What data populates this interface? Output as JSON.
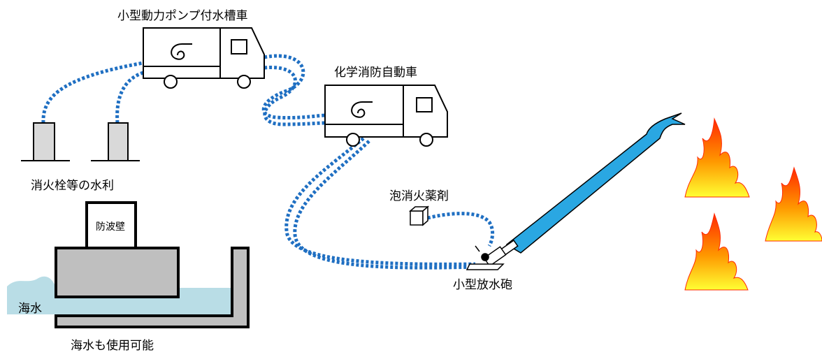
{
  "labels": {
    "pump_truck": "小型動力ポンプ付水槽車",
    "chem_truck": "化学消防自動車",
    "hydrant": "消火栓等の水利",
    "breakwater": "防波壁",
    "seawater": "海水",
    "seawater_usable": "海水も使用可能",
    "foam_agent": "泡消火薬剤",
    "water_cannon": "小型放水砲"
  },
  "colors": {
    "hose": "#1f6fc2",
    "water_stream": "#2aa7e2",
    "sea": "#b9dde6",
    "concrete": "#bfbfbf",
    "hydrant_fill": "#d9d9d9",
    "flame_outer": "#ff2a00",
    "flame_mid": "#ff9900",
    "flame_inner": "#ffff33"
  },
  "icons": {
    "pump_truck": "truck-icon",
    "chem_truck": "truck-icon",
    "pump": "pump-spiral-icon",
    "fire": "flame-icon",
    "foam_box": "box-icon",
    "cannon": "water-cannon-icon"
  }
}
